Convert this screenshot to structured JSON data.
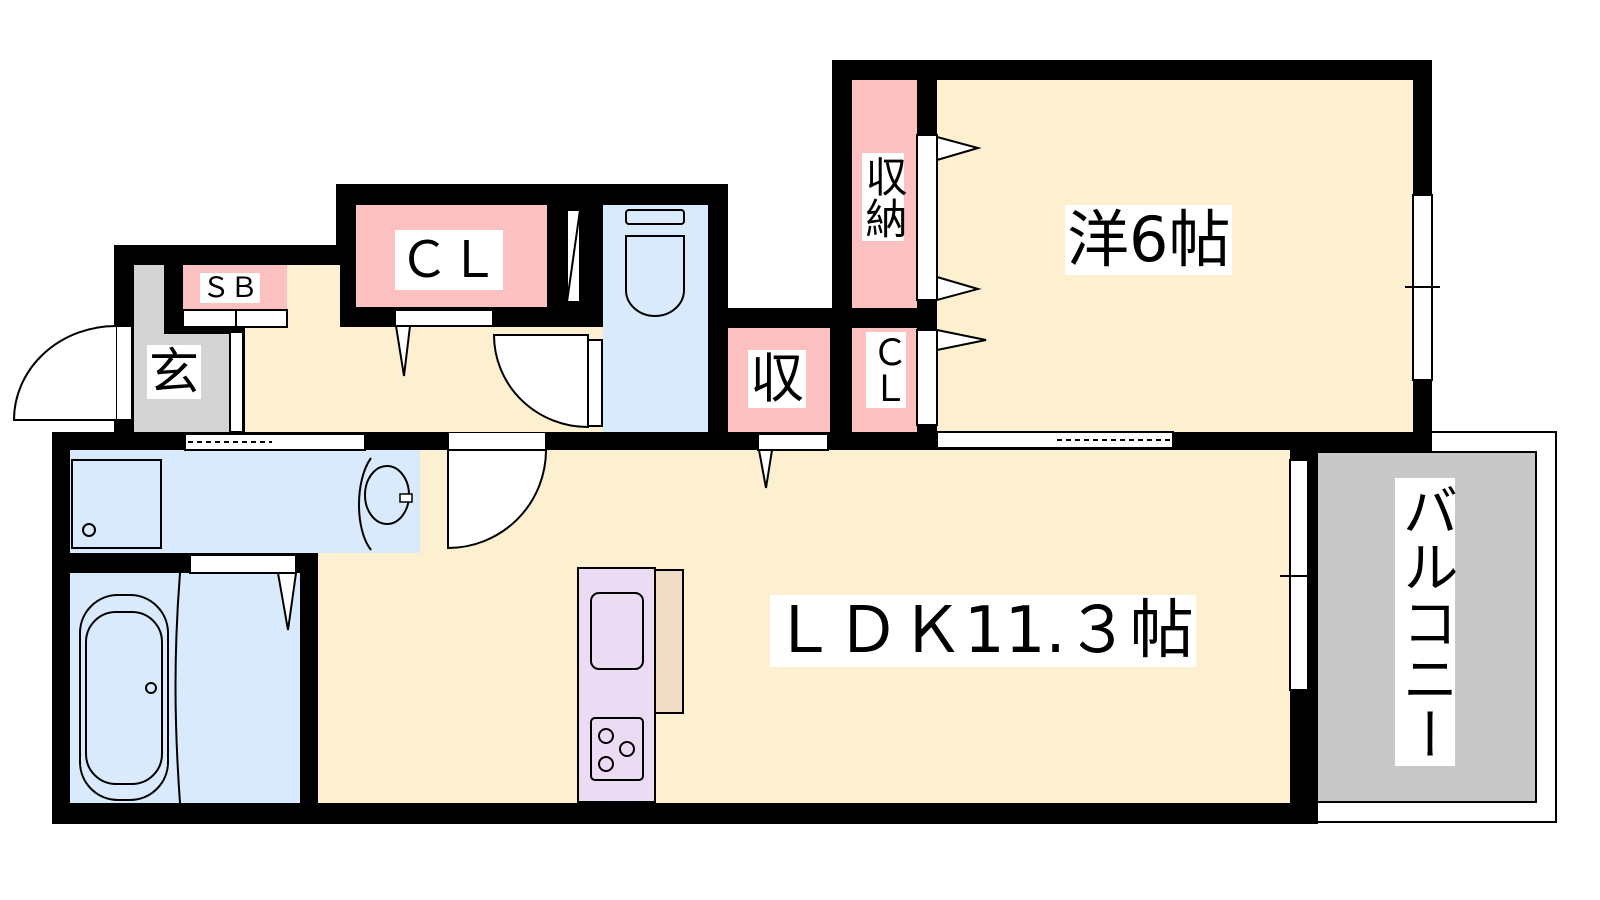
{
  "rooms": {
    "western_room": "洋6帖",
    "ldk": "ＬＤＫ11.３帖",
    "closet_top": "ＣＬ",
    "closet_bedroom": "ＣＬ",
    "storage_bedroom": "収納",
    "storage": "収",
    "shoe_box": "ＳＢ",
    "entrance": "玄",
    "balcony": "バルコニー"
  },
  "colors": {
    "wall": "#000000",
    "living": "#fdf0d0",
    "wet": "#d9eafc",
    "storage": "#fdc0c0",
    "entrance": "#d4d4d4",
    "balcony": "#c8c8c8",
    "kitchen": "#ebdcf3",
    "counter": "#efdec5"
  }
}
